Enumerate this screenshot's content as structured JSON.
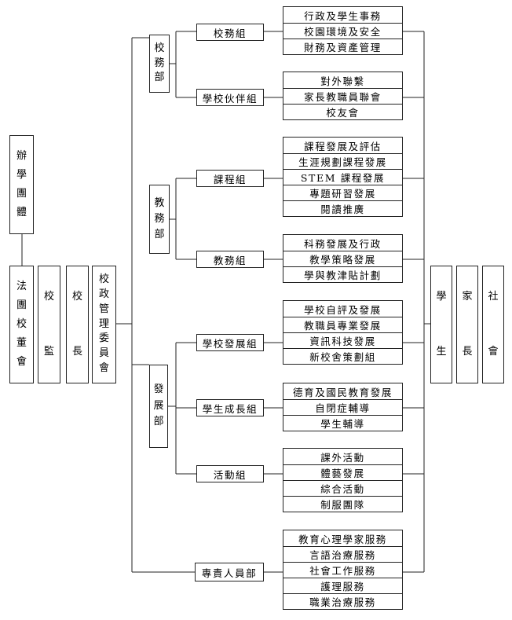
{
  "left_chain": {
    "sponsor": "辦學團體",
    "board": "法團校董會",
    "supervisor": "校監",
    "principal": "校長",
    "committee": "校政管理委員會"
  },
  "departments": {
    "school_affairs": {
      "name": "校務部",
      "groups": {
        "admin": {
          "name": "校務組",
          "items": [
            "行政及學生事務",
            "校園環境及安全",
            "財務及資產管理"
          ]
        },
        "partnership": {
          "name": "學校伙伴組",
          "items": [
            "對外聯繫",
            "家長教職員聯會",
            "校友會"
          ]
        }
      }
    },
    "academic": {
      "name": "教務部",
      "groups": {
        "curriculum": {
          "name": "課程組",
          "items": [
            "課程發展及評估",
            "生涯規劃課程發展",
            "STEM 課程發展",
            "專題研習發展",
            "閱讀推廣"
          ]
        },
        "teaching": {
          "name": "教務組",
          "items": [
            "科務發展及行政",
            "教學策略發展",
            "學與教津貼計劃"
          ]
        }
      }
    },
    "development": {
      "name": "發展部",
      "groups": {
        "school_dev": {
          "name": "學校發展組",
          "items": [
            "學校自評及發展",
            "教職員專業發展",
            "資訊科技發展",
            "新校舍策劃組"
          ]
        },
        "student_growth": {
          "name": "學生成長組",
          "items": [
            "德育及國民教育發展",
            "自閉症輔導",
            "學生輔導"
          ]
        },
        "activities": {
          "name": "活動組",
          "items": [
            "課外活動",
            "體藝發展",
            "綜合活動",
            "制服團隊"
          ]
        }
      }
    },
    "professional": {
      "name": "專責人員部",
      "items": [
        "教育心理學家服務",
        "言語治療服務",
        "社會工作服務",
        "護理服務",
        "職業治療服務"
      ]
    }
  },
  "stakeholders": [
    "學生",
    "家長",
    "社會"
  ]
}
